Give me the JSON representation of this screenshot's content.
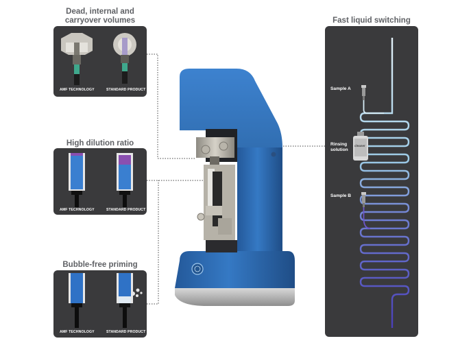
{
  "sections": {
    "dead_volumes": {
      "title_line1": "Dead, internal and",
      "title_line2": "carryover volumes",
      "left_caption": "AMF TECHNOLOGY",
      "right_caption": "STANDARD PRODUCT"
    },
    "dilution": {
      "title": "High dilution ratio",
      "left_caption": "AMF TECHNOLOGY",
      "right_caption": "STANDARD PRODUCT"
    },
    "priming": {
      "title": "Bubble-free priming",
      "left_caption": "AMF TECHNOLOGY",
      "right_caption": "STANDARD PRODUCT"
    },
    "switching": {
      "title": "Fast liquid switching",
      "sample_a": "Sample A",
      "rinse_line1": "Rinsing",
      "rinse_line2": "solution",
      "cleaner": "cleaner",
      "sample_b": "Sample B"
    }
  },
  "colors": {
    "panel": "#3a3a3c",
    "device_blue": "#2f6fb6",
    "amf_fluid": "#3a7fd0",
    "standard_fluid": "#8a4fb0",
    "tube_light": "#cfe6f2",
    "tube_mid": "#7fb8dc",
    "tube_purple": "#6b55c8"
  }
}
